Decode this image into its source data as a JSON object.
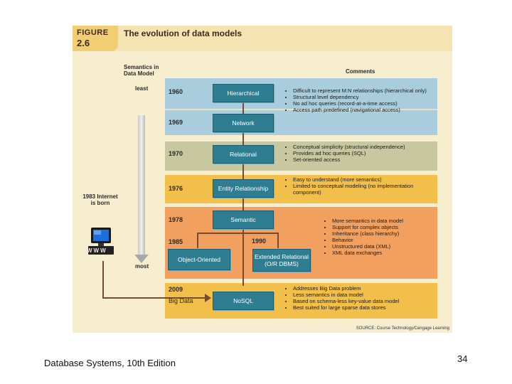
{
  "figure": {
    "label_word": "FIGURE",
    "label_num": "2.6",
    "title": "The evolution of data models",
    "semantics_header": "Semantics in Data Model",
    "semantics_least": "least",
    "semantics_most": "most",
    "comments_header": "Comments",
    "internet_note": "1983 Internet is born",
    "www_label": "WWW",
    "source": "SOURCE: Course Technology/Cengage Learning"
  },
  "years": {
    "y1960": "1960",
    "y1969": "1969",
    "y1970": "1970",
    "y1976": "1976",
    "y1978": "1978",
    "y1985": "1985",
    "y1990": "1990",
    "y2009": "2009"
  },
  "models": {
    "hierarchical": "Hierarchical",
    "network": "Network",
    "relational": "Relational",
    "er": "Entity Relationship",
    "semantic": "Semantic",
    "oo": "Object-Oriented",
    "extended_rel_1": "Extended Relational",
    "extended_rel_2": "(O/R DBMS)",
    "nosql": "NoSQL",
    "big_data": "Big Data"
  },
  "comments": {
    "hierarchical_network": [
      "Difficult to represent M:N relationships (hierarchical only)",
      "Structural level dependency",
      "No ad hoc queries (record-at-a-time access)",
      "Access path predefined (navigational access)"
    ],
    "relational": [
      "Conceptual simplicity (structural independence)",
      "Provides ad hoc queries (SQL)",
      "Set-oriented access"
    ],
    "er": [
      "Easy to understand (more semantics)",
      "Limited to conceptual modeling (no implementation component)"
    ],
    "semantic": [
      "More semantics in data model",
      "Support for complex objects",
      "Inheritance (class hierarchy)",
      "Behavior",
      "Unstructured data (XML)",
      "XML data exchanges"
    ],
    "nosql": [
      "Addresses Big Data problem",
      "Less semantics in data model",
      "Based on schema-less key-value data model",
      "Best suited for large sparse data stores"
    ]
  },
  "footer": {
    "book": "Database Systems, 10th Edition",
    "page": "34"
  }
}
